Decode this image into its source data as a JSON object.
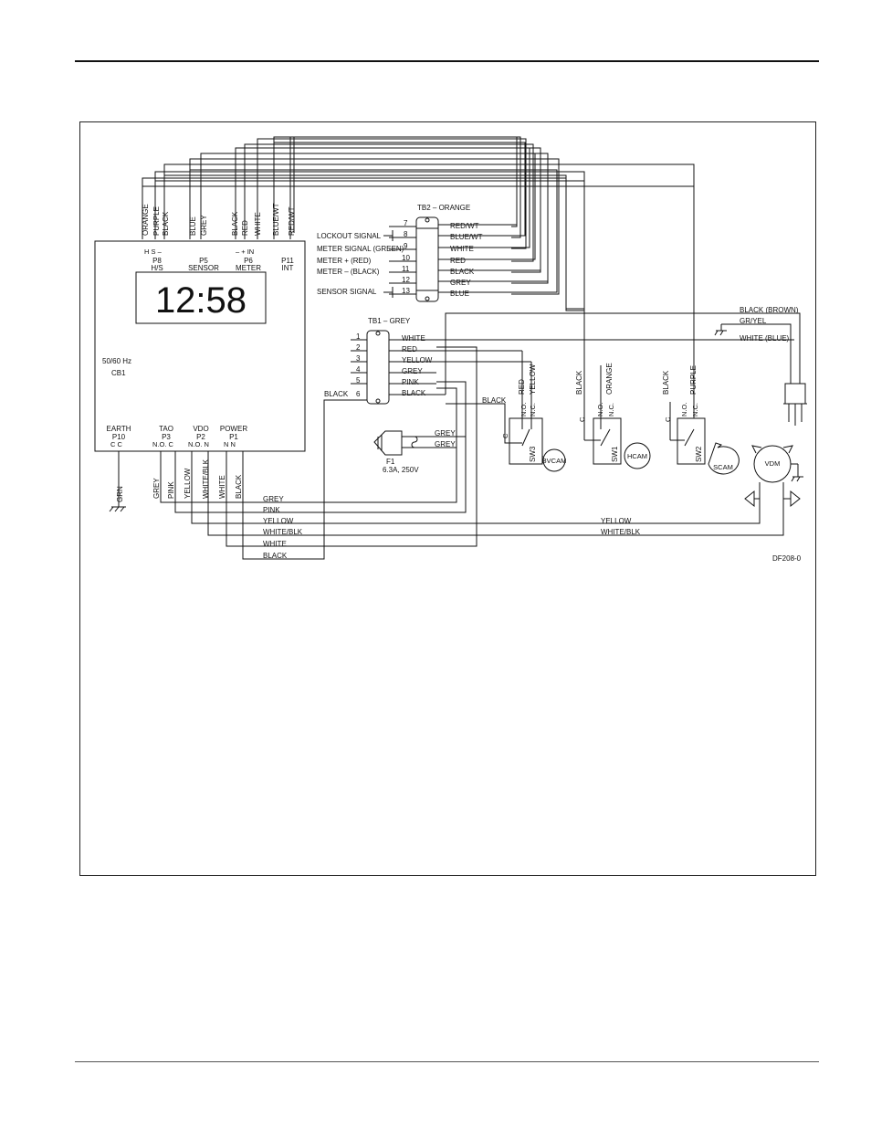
{
  "display": {
    "time": "12:58"
  },
  "controller": {
    "freq_label": "50/60 Hz",
    "board_label": "CB1",
    "connectors_top": [
      {
        "id": "P8",
        "sub": "H/S",
        "pins": "H  S  –"
      },
      {
        "id": "P5",
        "sub": "SENSOR",
        "pins": ""
      },
      {
        "id": "P6",
        "sub": "METER",
        "pins": "–  +  IN"
      },
      {
        "id": "P11",
        "sub": "INT",
        "pins": ""
      }
    ],
    "connectors_bottom": [
      {
        "id": "P10",
        "sub": "EARTH",
        "pins": "C  C"
      },
      {
        "id": "P3",
        "sub": "TAO",
        "pins": "N.O.   C"
      },
      {
        "id": "P2",
        "sub": "VDO",
        "pins": "N.O.   N"
      },
      {
        "id": "P1",
        "sub": "POWER",
        "pins": "N    N"
      }
    ],
    "top_wires": [
      "ORANGE",
      "PURPLE",
      "BLACK",
      "BLUE",
      "GREY",
      "BLACK",
      "RED",
      "WHITE",
      "BLUE/WT",
      "RED/WT"
    ],
    "bottom_wires": [
      "GREY",
      "PINK",
      "YELLOW",
      "WHITE/BLK",
      "WHITE",
      "BLACK"
    ],
    "earth_wire": "GRN"
  },
  "tb2": {
    "title": "TB2 – ORANGE",
    "rows": [
      {
        "num": "7",
        "wire": "RED/WT",
        "signal": "LOCKOUT SIGNAL"
      },
      {
        "num": "8",
        "wire": "BLUE/WT",
        "signal": ""
      },
      {
        "num": "9",
        "wire": "WHITE",
        "signal": "METER SIGNAL (GREEN)"
      },
      {
        "num": "10",
        "wire": "RED",
        "signal": "METER + (RED)"
      },
      {
        "num": "11",
        "wire": "BLACK",
        "signal": "METER – (BLACK)"
      },
      {
        "num": "12",
        "wire": "GREY",
        "signal": ""
      },
      {
        "num": "13",
        "wire": "BLUE",
        "signal": "SENSOR SIGNAL"
      }
    ]
  },
  "tb1": {
    "title": "TB1 – GREY",
    "rows": [
      {
        "num": "1",
        "wire": "WHITE"
      },
      {
        "num": "2",
        "wire": "RED"
      },
      {
        "num": "3",
        "wire": "YELLOW"
      },
      {
        "num": "4",
        "wire": "GREY"
      },
      {
        "num": "5",
        "wire": "PINK"
      },
      {
        "num": "6",
        "wire": "BLACK"
      }
    ],
    "left_wire": "BLACK"
  },
  "fuse": {
    "id": "F1",
    "rating": "6.3A, 250V",
    "wire_a": "GREY",
    "wire_b": "GREY"
  },
  "switches": [
    {
      "id": "SW3",
      "motor": "BVCAM",
      "wire_a": "RED",
      "wire_b": "YELLOW",
      "in_wire": "BLACK"
    },
    {
      "id": "SW1",
      "motor": "HCAM",
      "wire_a": "BLACK",
      "wire_b": "ORANGE"
    },
    {
      "id": "SW2",
      "motor": "SCAM",
      "wire_a": "BLACK",
      "wire_b": "PURPLE"
    }
  ],
  "switch_contacts": {
    "no": "N.O.",
    "nc": "N.C.",
    "c": "C"
  },
  "vdm": {
    "label": "VDM"
  },
  "power_cord": {
    "wires": [
      "BLACK (BROWN)",
      "GR/YEL",
      "WHITE (BLUE)"
    ]
  },
  "bus_wires": [
    "GREY",
    "PINK",
    "YELLOW",
    "WHITE/BLK",
    "WHITE",
    "BLACK"
  ],
  "bus_right": [
    "YELLOW",
    "WHITE/BLK"
  ],
  "figure_code": "DF208-0"
}
